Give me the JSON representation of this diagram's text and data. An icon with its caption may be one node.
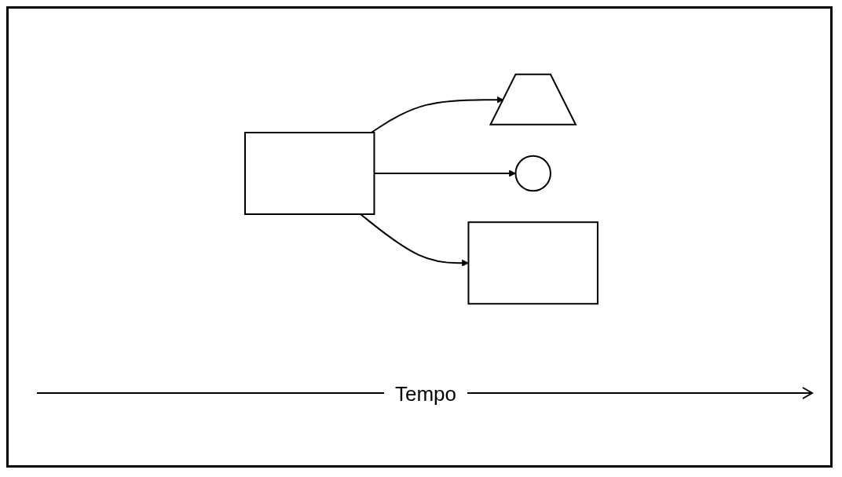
{
  "diagram": {
    "nodes": [
      {
        "text": [],
        "shape": "box"
      },
      {
        "text": [],
        "shape": "trapezoid"
      },
      {
        "text": [],
        "shape": "blob"
      },
      {
        "text": [],
        "shape": "box"
      }
    ],
    "edges": [
      {
        "from": 0,
        "to": 1,
        "arrow": "to"
      },
      {
        "from": 0,
        "to": 2,
        "arrow": "to"
      },
      {
        "from": 0,
        "to": 3,
        "arrow": "to"
      }
    ],
    "labels": [
      "Tempo"
    ]
  }
}
